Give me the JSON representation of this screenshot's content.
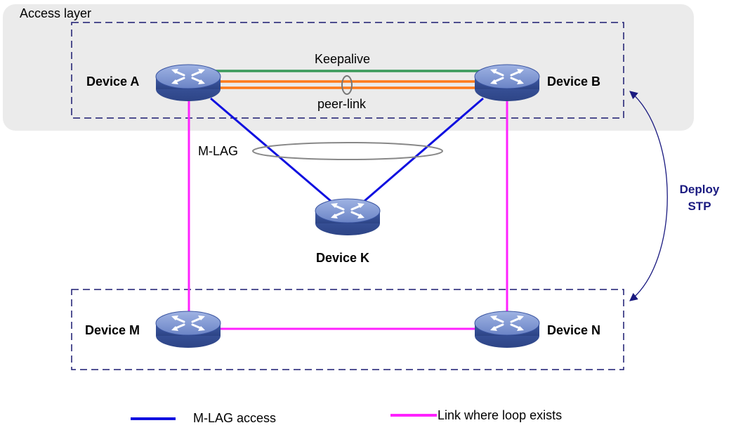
{
  "diagram": {
    "access_layer_label": "Access layer",
    "devices": {
      "a": "Device A",
      "b": "Device B",
      "k": "Device K",
      "m": "Device M",
      "n": "Device N"
    },
    "links": {
      "keepalive": "Keepalive",
      "peer_link": "peer-link",
      "mlag": "M-LAG"
    },
    "stp_label_line1": "Deploy",
    "stp_label_line2": "STP",
    "legend": {
      "mlag_access": "M-LAG access",
      "loop_link": "Link where loop exists"
    },
    "colors": {
      "mlag_access": "#1010e0",
      "loop_link": "#ff22ff",
      "keepalive": "#3a9a5a",
      "peer_link": "#ff7a1a",
      "stp_text": "#1a1a80",
      "device_body": "#4a66b3",
      "access_layer_bg": "#ebebeb"
    }
  }
}
